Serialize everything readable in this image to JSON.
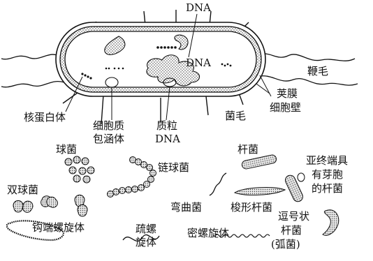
{
  "cell_labels": {
    "dna": "DNA",
    "flagellum": "鞭毛",
    "capsule": "荚膜",
    "cell_wall": "细胞壁",
    "pilus": "菌毛",
    "ribosome": "核蛋白体",
    "inclusion_line1": "细胞质",
    "inclusion_line2": "包涵体",
    "plasmid_line1": "质粒",
    "plasmid_line2": "DNA"
  },
  "shape_labels": {
    "coccus": "球菌",
    "streptococcus": "链球菌",
    "bacillus": "杆菌",
    "diplococcus": "双球菌",
    "hooked_spirillum": "钩端螺旋体",
    "loose_spirillum_line1": "疏螺",
    "loose_spirillum_line2": "旋体",
    "vibrio_bent": "弯曲菌",
    "fusiform": "梭形杆菌",
    "tight_spirillum": "密螺旋体",
    "spore_line1": "亚终端具",
    "spore_line2": "有芽胞",
    "spore_line3": "的杆菌",
    "comma_line1": "逗号状",
    "comma_line2": "杆菌",
    "comma_line3": "(弧菌)"
  }
}
